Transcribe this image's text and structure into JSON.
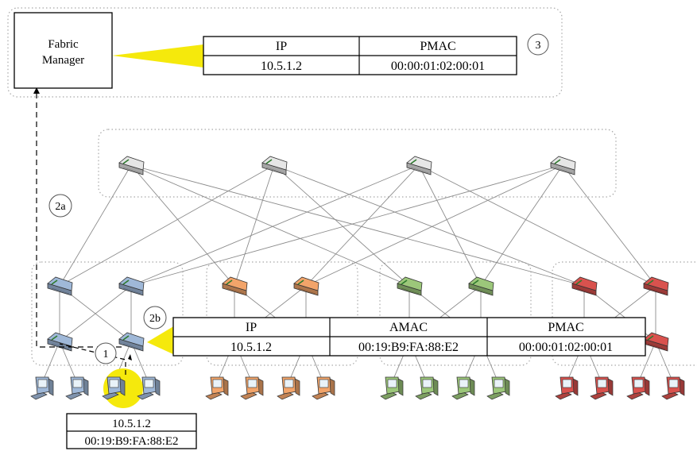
{
  "fabric_manager": {
    "line1": "Fabric",
    "line2": "Manager"
  },
  "fm_table": {
    "headers": [
      "IP",
      "PMAC"
    ],
    "values": [
      "10.5.1.2",
      "00:00:01:02:00:01"
    ],
    "step": "3"
  },
  "switch_table": {
    "headers": [
      "IP",
      "AMAC",
      "PMAC"
    ],
    "values": [
      "10.5.1.2",
      "00:19:B9:FA:88:E2",
      "00:00:01:02:00:01"
    ]
  },
  "host_table": {
    "ip": "10.5.1.2",
    "mac": "00:19:B9:FA:88:E2"
  },
  "steps": {
    "s1": "1",
    "s2a": "2a",
    "s2b": "2b"
  },
  "colors": {
    "core": "#e6e6e6",
    "pod1": "#9fb8d8",
    "pod2": "#f2a46a",
    "pod3": "#9cc77a",
    "pod4": "#d9524e",
    "highlight": "#f5e90c"
  },
  "icons": {
    "switch": "network-switch-icon",
    "host": "desktop-computer-icon"
  }
}
